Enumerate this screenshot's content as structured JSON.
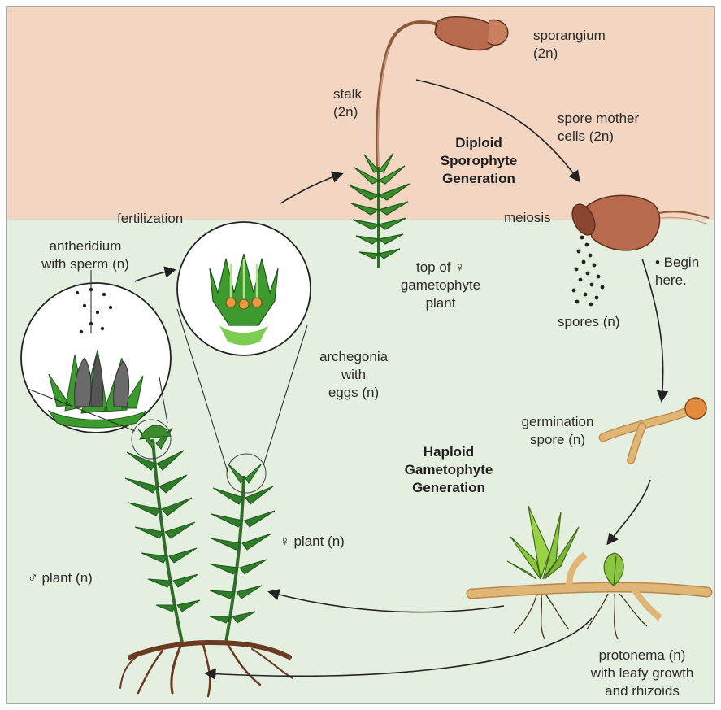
{
  "colors": {
    "diploid_band": "#f2d6c2",
    "haploid_band": "#e5efdf",
    "frame": "#8a8a8a",
    "leaf_green": "#2f7d2a",
    "leaf_light": "#6cbf3a",
    "capsule": "#b86a4c",
    "rhizoid": "#6b3a22",
    "protonema": "#e0b676",
    "arrow": "#222222"
  },
  "labels": {
    "sporangium": "sporangium\n(2n)",
    "stalk": "stalk\n(2n)",
    "spore_mother_cells": "spore mother\ncells (2n)",
    "diploid_generation": "Diploid\nSporophyte\nGeneration",
    "meiosis": "meiosis",
    "fertilization": "fertilization",
    "antheridium": "antheridium\nwith sperm (n)",
    "top_female": "top of ♀\ngametophyte\nplant",
    "begin_here": "• Begin\nhere.",
    "spores": "spores (n)",
    "archegonia": "archegonia\nwith\neggs (n)",
    "germination": "germination\nspore (n)",
    "haploid_generation": "Haploid\nGametophyte\nGeneration",
    "female_plant": "♀ plant (n)",
    "male_plant": "♂ plant (n)",
    "protonema": "protonema (n)\nwith leafy growth\nand rhizoids"
  }
}
